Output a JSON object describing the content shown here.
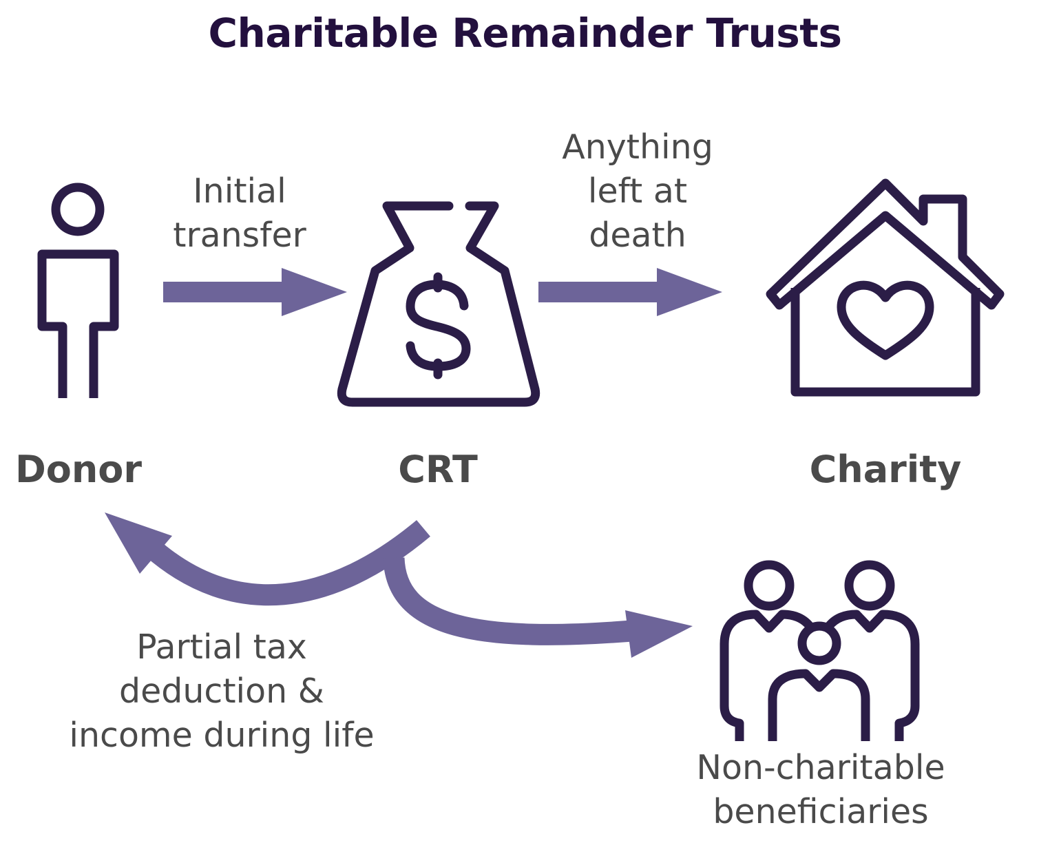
{
  "title": "Charitable Remainder Trusts",
  "colors": {
    "title": "#23103e",
    "icon_stroke": "#2b1d47",
    "arrow": "#6d6499",
    "text": "#4a4a4a"
  },
  "nodes": {
    "donor": {
      "label": "Donor",
      "icon": "person-icon"
    },
    "crt": {
      "label": "CRT",
      "icon": "money-bag-icon"
    },
    "charity": {
      "label": "Charity",
      "icon": "house-heart-icon"
    },
    "beneficiaries": {
      "label": "Non-charitable\nbeneficiaries",
      "icon": "family-icon"
    }
  },
  "edges": {
    "initial_transfer": {
      "label": "Initial\ntransfer",
      "from": "donor",
      "to": "crt"
    },
    "left_at_death": {
      "label": "Anything\nleft at\ndeath",
      "from": "crt",
      "to": "charity"
    },
    "income": {
      "label": "Partial tax\ndeduction &\nincome during life",
      "from": "crt",
      "to": "donor"
    },
    "to_beneficiaries": {
      "from": "crt",
      "to": "beneficiaries"
    }
  }
}
